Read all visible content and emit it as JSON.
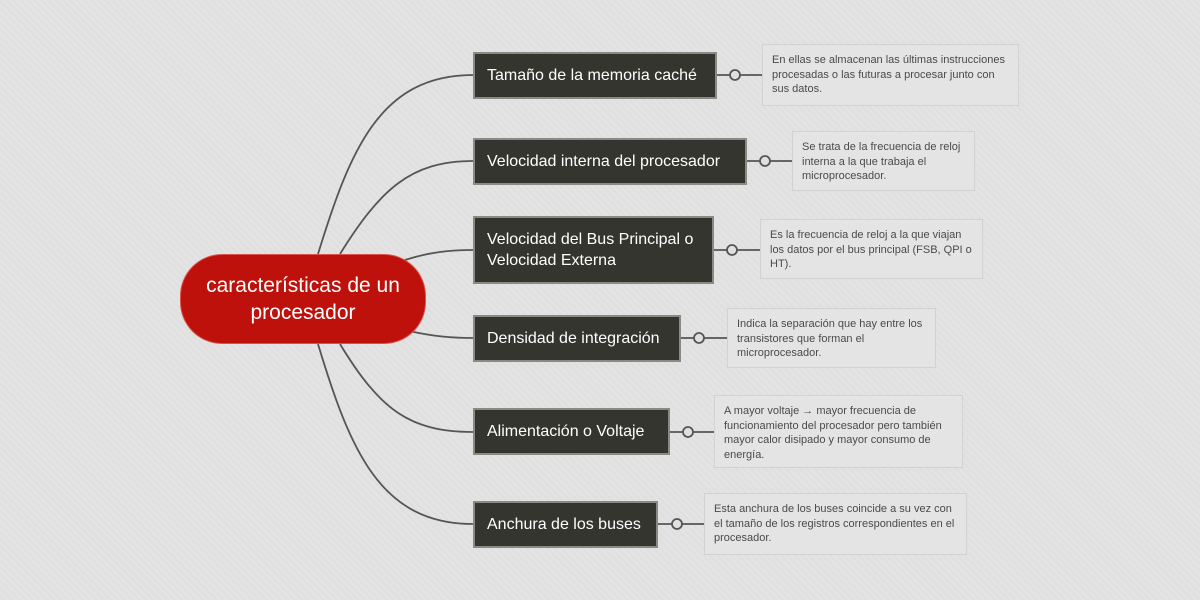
{
  "central_topic": "características de un procesador",
  "branches": [
    {
      "label": "Tamaño de la memoria caché",
      "note": "En ellas se almacenan las últimas instrucciones procesadas o las futuras a procesar junto con sus datos."
    },
    {
      "label": "Velocidad interna del procesador",
      "note": "Se trata de la frecuencia de reloj interna a la que trabaja el microprocesador."
    },
    {
      "label": "Velocidad del Bus Principal o Velocidad Externa",
      "note": "Es la frecuencia de reloj a la que viajan los datos por el bus principal (FSB, QPI o HT)."
    },
    {
      "label": "Densidad de integración",
      "note": "Indica la separación que hay entre los transistores que forman el microprocesador."
    },
    {
      "label": "Alimentación o Voltaje",
      "note": "A mayor voltaje → mayor frecuencia de funcionamiento del procesador pero también mayor calor disipado y mayor consumo de energía."
    },
    {
      "label": "Anchura de los buses",
      "note": "Esta anchura de los buses coincide a su vez con el tamaño de los registros correspondientes  en el procesador."
    }
  ],
  "colors": {
    "central": "#bf110b",
    "branch": "#353530",
    "line": "#555555"
  }
}
